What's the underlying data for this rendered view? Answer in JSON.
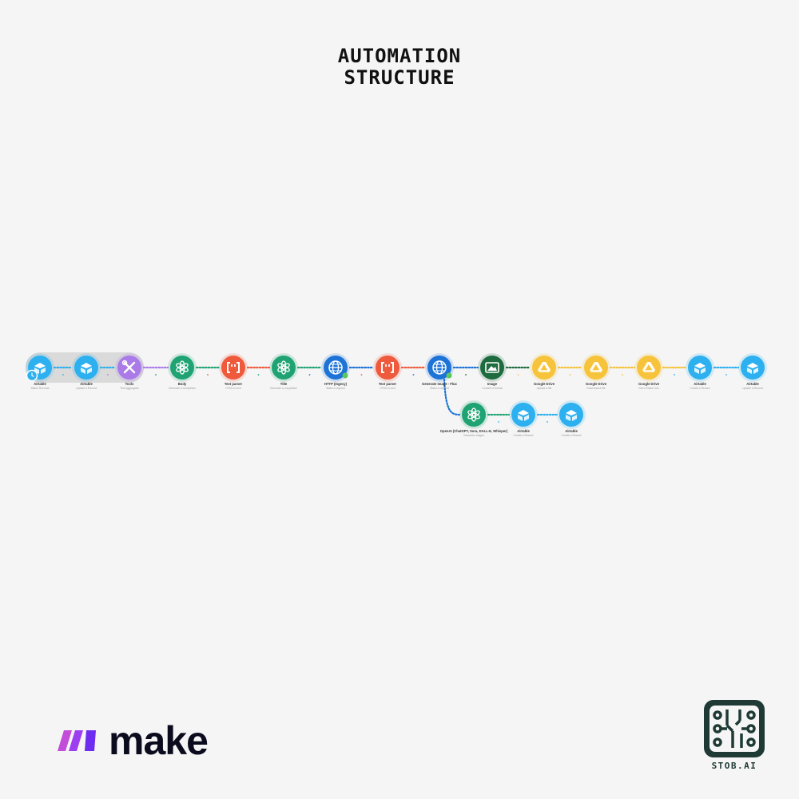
{
  "title": {
    "line1": "AUTOMATION",
    "line2": "STRUCTURE"
  },
  "colors": {
    "airtable": "#2db0ef",
    "tools": "#a97ae8",
    "openai": "#1fa372",
    "textparser": "#ef5a3c",
    "http": "#1d73d6",
    "image": "#1f6b40",
    "drive": "#f6c33b",
    "make_purple": "#8b3ff2",
    "stob": "#1f3a35"
  },
  "nodes": [
    {
      "id": "n1",
      "label": "Airtable",
      "sub": "Watch Records",
      "icon": "airtable-icon",
      "color": "airtable",
      "trigger": true
    },
    {
      "id": "n2",
      "label": "Airtable",
      "sub": "Update a Record",
      "icon": "airtable-icon",
      "color": "airtable"
    },
    {
      "id": "n3",
      "label": "Tools",
      "sub": "Text aggregator",
      "icon": "tools-icon",
      "color": "tools"
    },
    {
      "id": "n4",
      "label": "Body",
      "sub": "Generate a completion",
      "icon": "openai-icon",
      "color": "openai"
    },
    {
      "id": "n5",
      "label": "Text parser",
      "sub": "HTML to text",
      "icon": "text-parser-icon",
      "color": "textparser"
    },
    {
      "id": "n6",
      "label": "Title",
      "sub": "Generate a completion",
      "icon": "openai-icon",
      "color": "openai"
    },
    {
      "id": "n7",
      "label": "HTTP (Ingecy)",
      "sub": "Make a request",
      "icon": "globe-icon",
      "color": "http"
    },
    {
      "id": "n8",
      "label": "Text parser",
      "sub": "HTML to text",
      "icon": "text-parser-icon",
      "color": "textparser"
    },
    {
      "id": "n9",
      "label": "Generate Image - Flux",
      "sub": "Make a request",
      "icon": "globe-icon",
      "color": "http"
    },
    {
      "id": "n10",
      "label": "Image",
      "sub": "Convert a format",
      "icon": "image-icon",
      "color": "image"
    },
    {
      "id": "n11",
      "label": "Google Drive",
      "sub": "Upload a file",
      "icon": "google-drive-icon",
      "color": "drive"
    },
    {
      "id": "n12",
      "label": "Google Drive",
      "sub": "Download a file",
      "icon": "google-drive-icon",
      "color": "drive"
    },
    {
      "id": "n13",
      "label": "Google Drive",
      "sub": "Get a Share Link",
      "icon": "google-drive-icon",
      "color": "drive"
    },
    {
      "id": "n14",
      "label": "Airtable",
      "sub": "Create a Record",
      "icon": "airtable-icon",
      "color": "airtable"
    },
    {
      "id": "n15",
      "label": "Airtable",
      "sub": "Update a Record",
      "icon": "airtable-icon",
      "color": "airtable"
    },
    {
      "id": "n16",
      "label": "OpenAI (ChatGPT, Sora, DALL-E, Whisper)",
      "sub": "Generate images",
      "icon": "openai-icon",
      "color": "openai"
    },
    {
      "id": "n17",
      "label": "Airtable",
      "sub": "Create a Record",
      "icon": "airtable-icon",
      "color": "airtable"
    },
    {
      "id": "n18",
      "label": "Airtable",
      "sub": "Create a Record",
      "icon": "airtable-icon",
      "color": "airtable"
    }
  ],
  "edges": [
    [
      "n1",
      "n2"
    ],
    [
      "n2",
      "n3"
    ],
    [
      "n3",
      "n4"
    ],
    [
      "n4",
      "n5"
    ],
    [
      "n5",
      "n6"
    ],
    [
      "n6",
      "n7"
    ],
    [
      "n7",
      "n8"
    ],
    [
      "n8",
      "n9"
    ],
    [
      "n9",
      "n10"
    ],
    [
      "n10",
      "n11"
    ],
    [
      "n11",
      "n12"
    ],
    [
      "n12",
      "n13"
    ],
    [
      "n13",
      "n14"
    ],
    [
      "n14",
      "n15"
    ],
    [
      "n9",
      "n16"
    ],
    [
      "n16",
      "n17"
    ],
    [
      "n17",
      "n18"
    ]
  ],
  "brand": {
    "make": "make",
    "stob": "STOB.AI"
  }
}
